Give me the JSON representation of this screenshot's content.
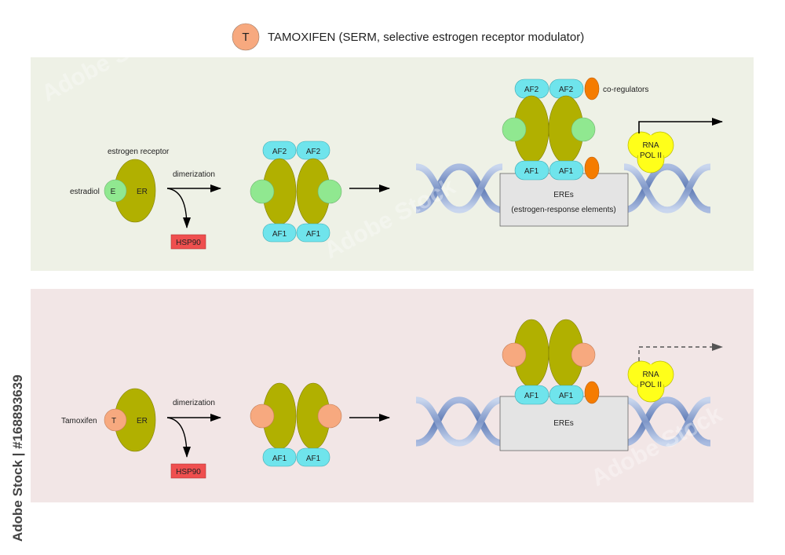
{
  "header": {
    "badge": "T",
    "title": "TAMOXIFEN (SERM, selective estrogen receptor modulator)"
  },
  "top": {
    "estrogen_receptor": "estrogen receptor",
    "estradiol": "estradiol",
    "e": "E",
    "er": "ER",
    "dimerization": "dimerization",
    "hsp90": "HSP90",
    "af2": "AF2",
    "af1": "AF1",
    "co_regulators": "co-regulators",
    "eres": "EREs",
    "eres_full": "(estrogen-response elements)",
    "rna": "RNA",
    "pol": "POL II"
  },
  "bottom": {
    "tamoxifen": "Tamoxifen",
    "t": "T",
    "er": "ER",
    "dimerization": "dimerization",
    "hsp90": "HSP90",
    "af1": "AF1",
    "eres": "EREs",
    "rna": "RNA",
    "pol": "POL II"
  },
  "watermark": {
    "text": "Adobe Stock",
    "side": "Adobe Stock | #168893639"
  },
  "colors": {
    "top_panel": "#eef1e6",
    "bottom_panel": "#f2e6e6",
    "receptor": "#b1b000",
    "estradiol": "#90e890",
    "tamoxifen": "#f7a97f",
    "af_pill": "#6fe4ec",
    "coregulator": "#f57c00",
    "hsp90": "#ef4f4f",
    "rna_pol": "#ffff1a",
    "ere_box": "#e4e4e4",
    "dna": "#8aa2cf"
  }
}
